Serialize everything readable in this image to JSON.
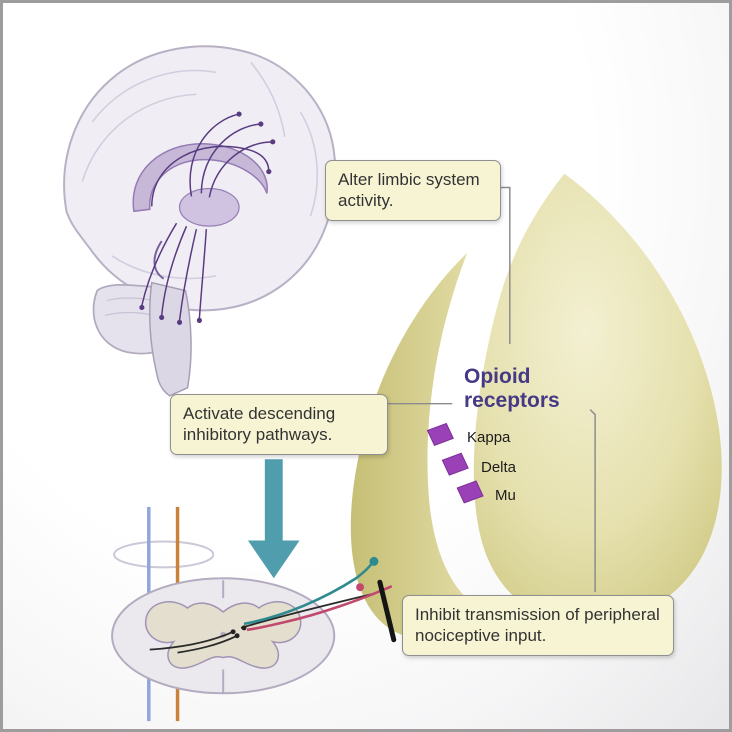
{
  "callouts": {
    "alter_limbic": {
      "text": "Alter limbic system activity."
    },
    "activate_descending": {
      "text": "Activate descending inhibitory pathways."
    },
    "inhibit_transmission": {
      "text": "Inhibit transmission of peripheral nociceptive input."
    }
  },
  "receptors": {
    "title": "Opioid receptors",
    "items": [
      {
        "label": "Kappa"
      },
      {
        "label": "Delta"
      },
      {
        "label": "Mu"
      }
    ]
  },
  "icons": {
    "opioid_receptor": "purple-parallelogram",
    "descending_pathway": "teal-down-arrow",
    "inhibition": "black-slash"
  },
  "colors": {
    "accent": "#463a85",
    "receptor_purple": "#9a41b8",
    "teal_arrow": "#4f9dad",
    "callout_bg": "#f7f4d3",
    "callout_border": "#8f8f8f",
    "teal_line": "#2e8a8e",
    "pink_line": "#c2486e",
    "blue_line": "#8ea6da",
    "orange_line": "#c8823a"
  }
}
